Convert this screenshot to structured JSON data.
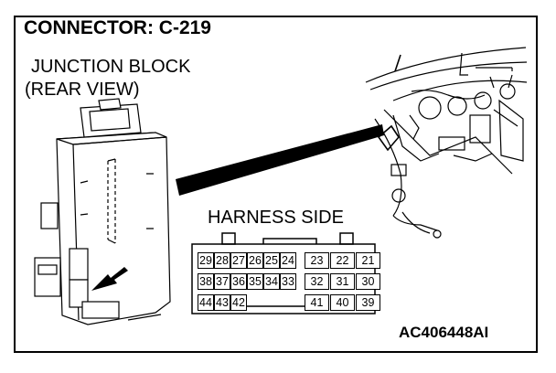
{
  "labels": {
    "title": "CONNECTOR: C-219",
    "subtitle_line1": "JUNCTION BLOCK",
    "subtitle_line2": "(REAR VIEW)",
    "harness": "HARNESS SIDE",
    "code": "AC406448AI"
  },
  "connector": {
    "rows": [
      [
        "29",
        "28",
        "27",
        "26",
        "25",
        "24",
        "23",
        "22",
        "21"
      ],
      [
        "38",
        "37",
        "36",
        "35",
        "34",
        "33",
        "32",
        "31",
        "30"
      ],
      [
        "44",
        "43",
        "42",
        "",
        "",
        "",
        "41",
        "40",
        "39"
      ]
    ]
  },
  "icons": {
    "junction_block": "junction-block-illustration",
    "dashboard": "dashboard-harness-illustration",
    "arrow": "location-arrow-icon",
    "pointer": "callout-pointer-icon"
  },
  "colors": {
    "ink": "#000000",
    "paper": "#ffffff"
  }
}
